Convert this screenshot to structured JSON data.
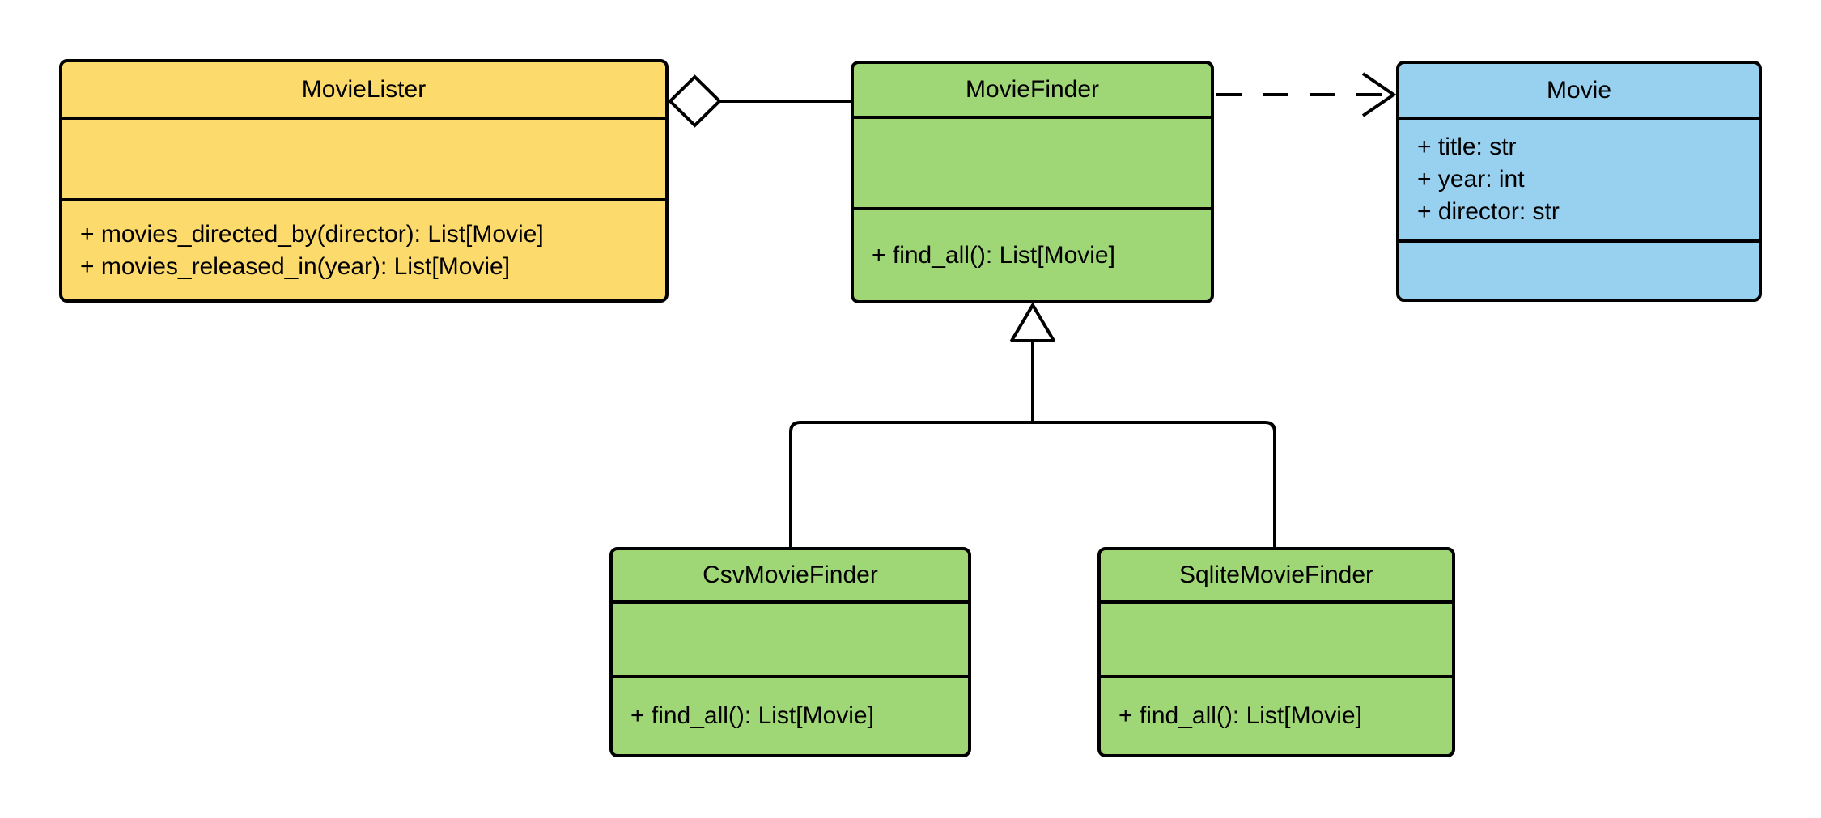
{
  "diagram": {
    "type": "uml-class-diagram",
    "background": "#ffffff",
    "stroke_color": "#000000",
    "classes": [
      {
        "name": "MovieLister",
        "fill": "#FDDA6C",
        "attributes": [],
        "methods": [
          "+ movies_directed_by(director): List[Movie]",
          "+ movies_released_in(year): List[Movie]"
        ]
      },
      {
        "name": "MovieFinder",
        "fill": "#A0D776",
        "attributes": [],
        "methods": [
          "+ find_all(): List[Movie]"
        ]
      },
      {
        "name": "Movie",
        "fill": "#98D1F0",
        "attributes": [
          "+ title: str",
          "+ year: int",
          "+ director: str"
        ],
        "methods": []
      },
      {
        "name": "CsvMovieFinder",
        "fill": "#A0D776",
        "attributes": [],
        "methods": [
          "+ find_all(): List[Movie]"
        ]
      },
      {
        "name": "SqliteMovieFinder",
        "fill": "#A0D776",
        "attributes": [],
        "methods": [
          "+ find_all(): List[Movie]"
        ]
      }
    ],
    "relationships": [
      {
        "type": "aggregation",
        "from": "MovieLister",
        "to": "MovieFinder",
        "marker": "hollow-diamond",
        "line": "solid"
      },
      {
        "type": "dependency",
        "from": "MovieFinder",
        "to": "Movie",
        "marker": "open-arrow",
        "line": "dashed"
      },
      {
        "type": "generalization",
        "from": "CsvMovieFinder",
        "to": "MovieFinder",
        "marker": "hollow-triangle",
        "line": "solid"
      },
      {
        "type": "generalization",
        "from": "SqliteMovieFinder",
        "to": "MovieFinder",
        "marker": "hollow-triangle",
        "line": "solid"
      }
    ]
  }
}
